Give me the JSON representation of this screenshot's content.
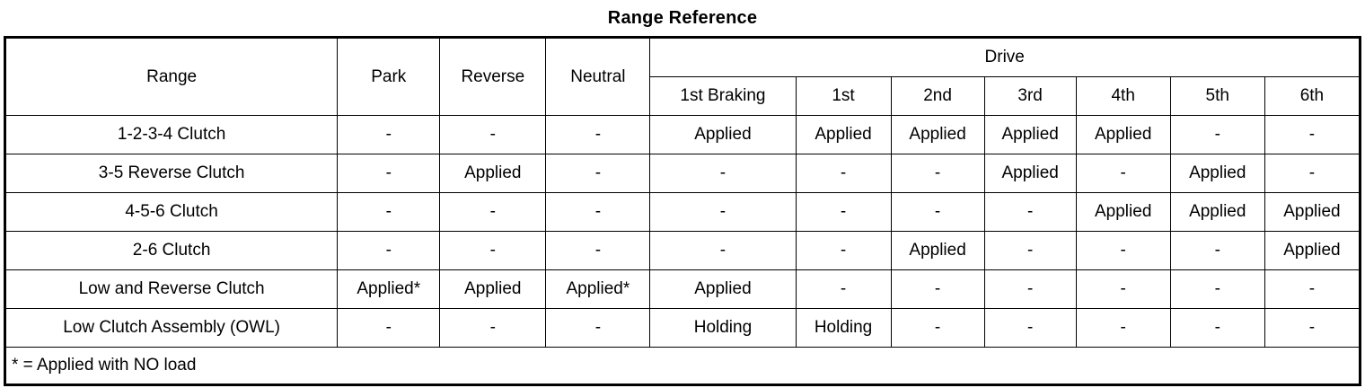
{
  "title": "Range Reference",
  "table": {
    "row_header_label": "Range",
    "group_header": "Drive",
    "columns": [
      "Park",
      "Reverse",
      "Neutral",
      "1st Braking",
      "1st",
      "2nd",
      "3rd",
      "4th",
      "5th",
      "6th"
    ],
    "drive_columns": [
      "1st Braking",
      "1st",
      "2nd",
      "3rd",
      "4th",
      "5th",
      "6th"
    ],
    "non_drive_columns": [
      "Park",
      "Reverse",
      "Neutral"
    ],
    "rows": [
      {
        "label": "1-2-3-4 Clutch",
        "values": [
          "-",
          "-",
          "-",
          "Applied",
          "Applied",
          "Applied",
          "Applied",
          "Applied",
          "-",
          "-"
        ]
      },
      {
        "label": "3-5 Reverse Clutch",
        "values": [
          "-",
          "Applied",
          "-",
          "-",
          "-",
          "-",
          "Applied",
          "-",
          "Applied",
          "-"
        ]
      },
      {
        "label": "4-5-6 Clutch",
        "values": [
          "-",
          "-",
          "-",
          "-",
          "-",
          "-",
          "-",
          "Applied",
          "Applied",
          "Applied"
        ]
      },
      {
        "label": "2-6 Clutch",
        "values": [
          "-",
          "-",
          "-",
          "-",
          "-",
          "Applied",
          "-",
          "-",
          "-",
          "Applied"
        ]
      },
      {
        "label": "Low and Reverse Clutch",
        "values": [
          "Applied*",
          "Applied",
          "Applied*",
          "Applied",
          "-",
          "-",
          "-",
          "-",
          "-",
          "-"
        ]
      },
      {
        "label": "Low Clutch Assembly (OWL)",
        "values": [
          "-",
          "-",
          "-",
          "Holding",
          "Holding",
          "-",
          "-",
          "-",
          "-",
          "-"
        ]
      }
    ],
    "footnote": "* = Applied with NO load"
  }
}
